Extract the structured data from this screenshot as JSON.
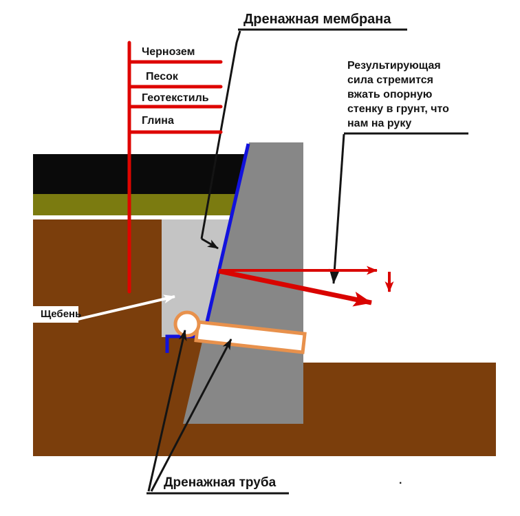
{
  "labels": {
    "title": "Дренажная мембрана",
    "layers": [
      "Чернозем",
      "Песок",
      "Геотекстиль",
      "Глина"
    ],
    "force_note_lines": [
      "Результирующая",
      "сила стремится",
      "вжать опорную",
      "стенку в грунт, что",
      "нам на руку"
    ],
    "gravel": "Щебень",
    "pipe": "Дренажная труба",
    "period": "."
  },
  "colors": {
    "bg": "#FFFFFF",
    "soil": "#7B3E0C",
    "wall": "#878787",
    "gravel": "#C4C4C4",
    "topsoil": "#0A0A0A",
    "sand": "#7B7B10",
    "geotextile": "#FFFFFF",
    "membrane": "#1212DD",
    "pipe_outline": "#E8914C",
    "pipe_fill": "#FFFFFF",
    "force": "#D90400",
    "tick": "#DE0500",
    "ink": "#141414",
    "text": "#141414",
    "white_arrow": "#FFFFFF",
    "label_box": "#FFFFFF"
  }
}
